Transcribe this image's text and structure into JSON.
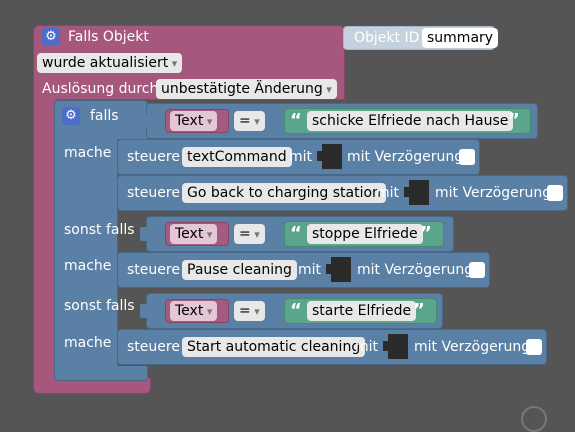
{
  "event": {
    "title": "Falls Objekt",
    "object_id_label": "Objekt ID",
    "object_id_value": "summary",
    "trigger_dropdown": "wurde aktualisiert",
    "trigger_label": "Auslösung durch",
    "trigger_type_dropdown": "unbestätigte Änderung"
  },
  "if_block": {
    "if_label": "falls",
    "do_label": "mache",
    "elseif_label": "sonst falls",
    "branches": [
      {
        "var_name": "Text",
        "operator": "=",
        "string": "schicke Elfriede nach Hause",
        "statements": [
          {
            "keyword": "steuere",
            "target": "textCommand",
            "with_label": "mit",
            "delay_label": "mit Verzögerung"
          },
          {
            "keyword": "steuere",
            "target": "Go back to charging station",
            "with_label": "mit",
            "delay_label": "mit Verzögerung"
          }
        ]
      },
      {
        "var_name": "Text",
        "operator": "=",
        "string": "stoppe Elfriede",
        "statements": [
          {
            "keyword": "steuere",
            "target": "Pause cleaning",
            "with_label": "mit",
            "delay_label": "mit Verzögerung"
          }
        ]
      },
      {
        "var_name": "Text",
        "operator": "=",
        "string": "starte Elfriede",
        "statements": [
          {
            "keyword": "steuere",
            "target": "Start automatic cleaning",
            "with_label": "mit",
            "delay_label": "mit Verzögerung"
          }
        ]
      }
    ]
  },
  "icons": {
    "gear": "gear-icon",
    "trash": "trash-icon"
  }
}
